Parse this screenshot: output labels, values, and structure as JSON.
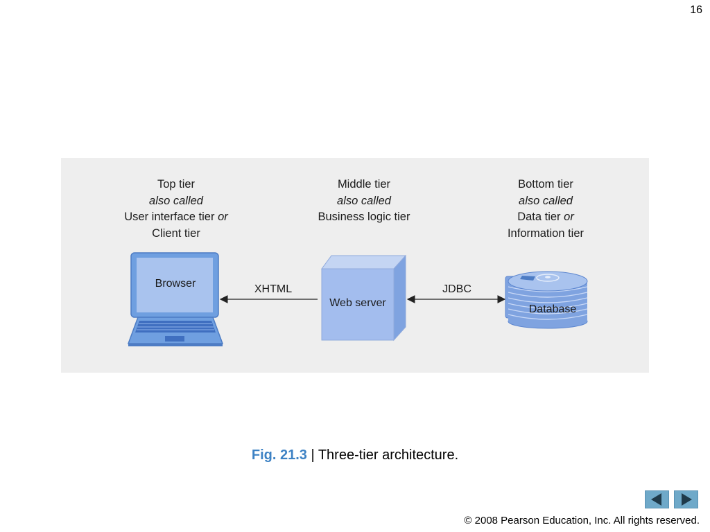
{
  "slide": {
    "page_number": "16"
  },
  "diagram": {
    "tiers": {
      "top": {
        "line1": "Top tier",
        "line2": "also called",
        "line3a": "User interface tier ",
        "line3b": "or",
        "line4": "Client tier"
      },
      "middle": {
        "line1": "Middle tier",
        "line2": "also called",
        "line3": "Business logic tier"
      },
      "bottom": {
        "line1": "Bottom tier",
        "line2": "also called",
        "line3a": "Data tier ",
        "line3b": "or",
        "line4": "Information tier"
      }
    },
    "nodes": {
      "browser": "Browser",
      "web_server": "Web server",
      "database": "Database"
    },
    "connections": {
      "left": "XHTML",
      "right": "JDBC"
    }
  },
  "caption": {
    "fig_num": "Fig. 21.3",
    "separator": " | ",
    "text": "Three-tier architecture."
  },
  "footer": {
    "copyright": "© 2008 Pearson Education, Inc.  All rights reserved."
  },
  "colors": {
    "accent": "#3d82c4",
    "device_blue": "#6f9fe0",
    "screen_blue": "#a9c3ee",
    "figure_bg": "#eeeeee",
    "nav": "#6fa9c9"
  },
  "icons": {
    "prev": "triangle-left-icon",
    "next": "triangle-right-icon"
  }
}
